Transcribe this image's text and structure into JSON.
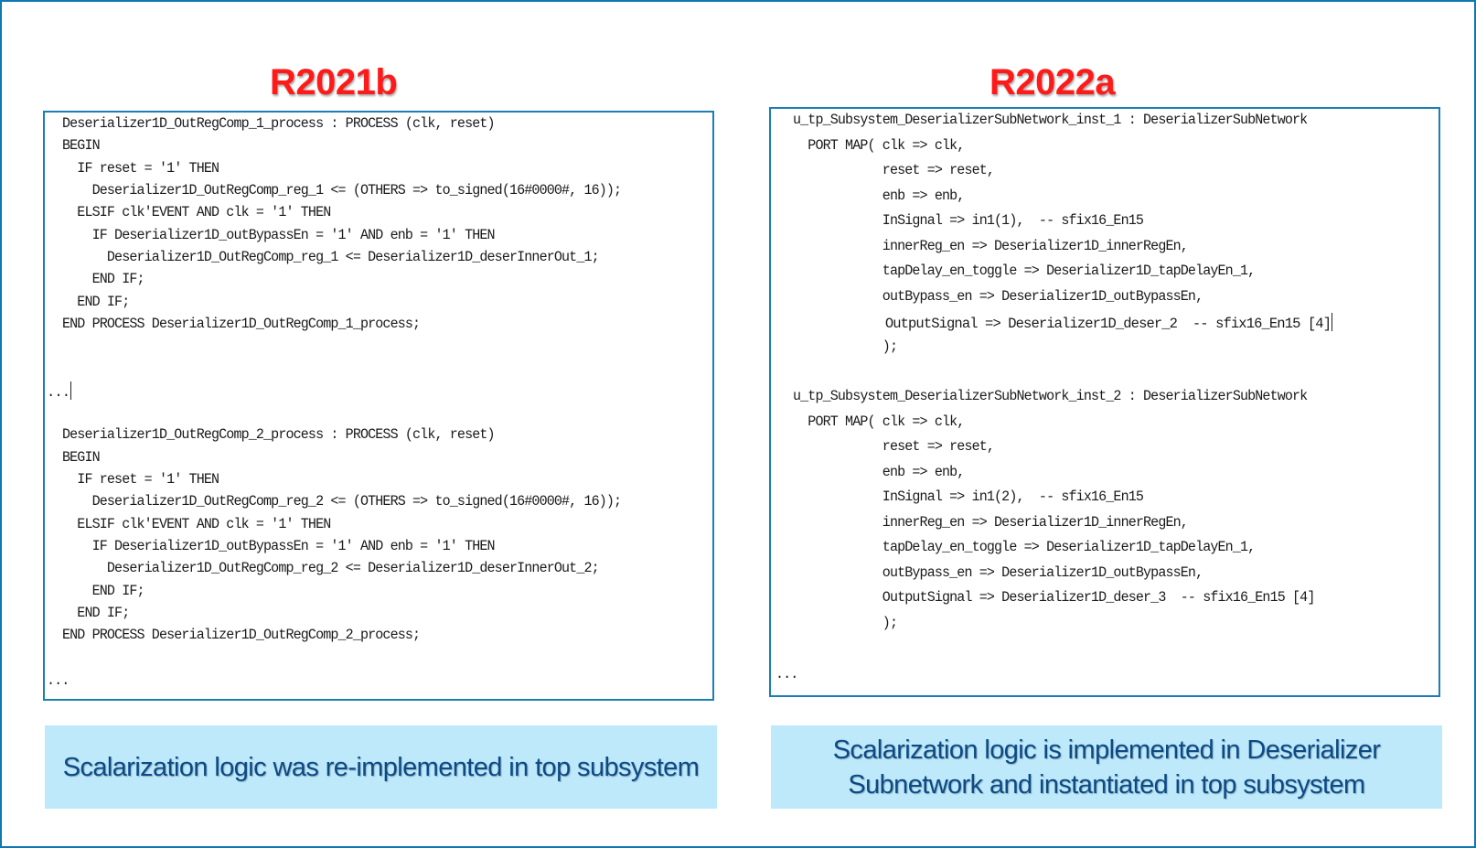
{
  "left_panel": {
    "title": "R2021b",
    "code_lines": [
      "Deserializer1D_OutRegComp_1_process : PROCESS (clk, reset)",
      "BEGIN",
      "  IF reset = '1' THEN",
      "    Deserializer1D_OutRegComp_reg_1 <= (OTHERS => to_signed(16#0000#, 16));",
      "  ELSIF clk'EVENT AND clk = '1' THEN",
      "    IF Deserializer1D_outBypassEn = '1' AND enb = '1' THEN",
      "      Deserializer1D_OutRegComp_reg_1 <= Deserializer1D_deserInnerOut_1;",
      "    END IF;",
      "  END IF;",
      "END PROCESS Deserializer1D_OutRegComp_1_process;",
      "...",
      "Deserializer1D_OutRegComp_2_process : PROCESS (clk, reset)",
      "BEGIN",
      "  IF reset = '1' THEN",
      "    Deserializer1D_OutRegComp_reg_2 <= (OTHERS => to_signed(16#0000#, 16));",
      "  ELSIF clk'EVENT AND clk = '1' THEN",
      "    IF Deserializer1D_outBypassEn = '1' AND enb = '1' THEN",
      "      Deserializer1D_OutRegComp_reg_2 <= Deserializer1D_deserInnerOut_2;",
      "    END IF;",
      "  END IF;",
      "END PROCESS Deserializer1D_OutRegComp_2_process;",
      "..."
    ],
    "caption": "Scalarization logic was re-implemented in top subsystem"
  },
  "right_panel": {
    "title": "R2022a",
    "code_lines": [
      "u_tp_Subsystem_DeserializerSubNetwork_inst_1 : DeserializerSubNetwork",
      "  PORT MAP( clk => clk,",
      "            reset => reset,",
      "            enb => enb,",
      "            InSignal => in1(1),  -- sfix16_En15",
      "            innerReg_en => Deserializer1D_innerRegEn,",
      "            tapDelay_en_toggle => Deserializer1D_tapDelayEn_1,",
      "            outBypass_en => Deserializer1D_outBypassEn,",
      "            OutputSignal => Deserializer1D_deser_2  -- sfix16_En15 [4]",
      "            );",
      "u_tp_Subsystem_DeserializerSubNetwork_inst_2 : DeserializerSubNetwork",
      "  PORT MAP( clk => clk,",
      "            reset => reset,",
      "            enb => enb,",
      "            InSignal => in1(2),  -- sfix16_En15",
      "            innerReg_en => Deserializer1D_innerRegEn,",
      "            tapDelay_en_toggle => Deserializer1D_tapDelayEn_1,",
      "            outBypass_en => Deserializer1D_outBypassEn,",
      "            OutputSignal => Deserializer1D_deser_3  -- sfix16_En15 [4]",
      "            );",
      "..."
    ],
    "caption": "Scalarization logic is implemented in Deserializer Subnetwork and instantiated in top subsystem"
  },
  "colors": {
    "title_red": "#ff1a1a",
    "border_blue": "#1a7fb5",
    "caption_bg": "#bde9fb",
    "caption_text": "#0c4a86"
  }
}
